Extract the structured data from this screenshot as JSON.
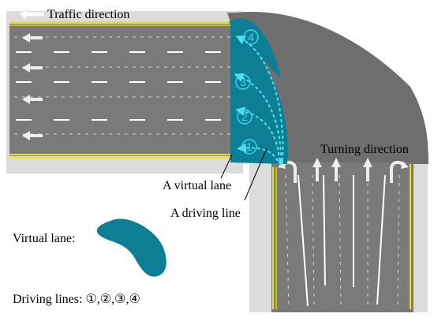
{
  "labels": {
    "traffic_direction": "Traffic direction",
    "turning_direction": "Turning direction",
    "virtual_lane_callout": "A virtual lane",
    "driving_line_callout": "A driving line",
    "legend_virtual_lane": "Virtual lane:",
    "legend_driving_lines": "Driving lines: ①,②,③,④"
  },
  "driving_line_numbers": [
    "1",
    "2",
    "3",
    "4"
  ],
  "colors": {
    "background": "#ffffff",
    "light_gray_area": "#dcdcdc",
    "road": "#7a7a7a",
    "junction": "#6e6e6e",
    "virtual_lane": "#0e7e94",
    "driving_line": "#4fe3f0",
    "road_edge": "#f2e600",
    "lane_marking": "#ffffff"
  },
  "icons": {
    "traffic_arrow": "left-arrow-icon",
    "lane_arrows": "left-arrow-icon",
    "turning_arrows": "up-arrow-icon"
  }
}
